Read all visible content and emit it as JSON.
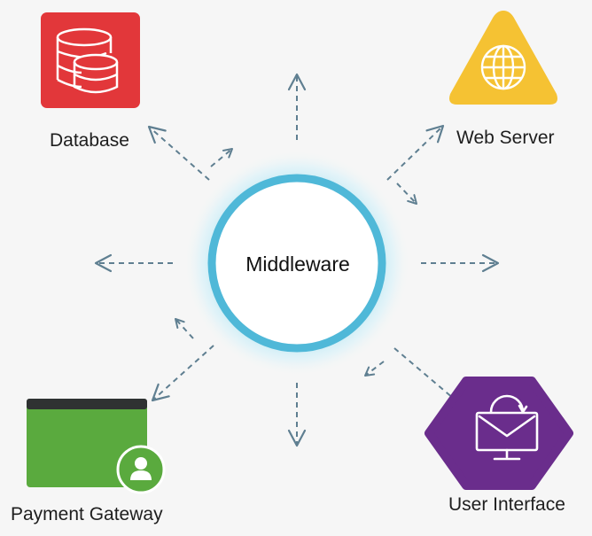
{
  "center": {
    "label": "Middleware",
    "ring_color": "#4fb8d8",
    "glow_color": "#9fe0f2"
  },
  "nodes": {
    "database": {
      "label": "Database",
      "icon": "database-icon",
      "color": "#e2373a"
    },
    "web_server": {
      "label": "Web Server",
      "icon": "globe-icon",
      "color": "#f5c233"
    },
    "payment_gateway": {
      "label": "Payment Gateway",
      "icon": "user-badge-icon",
      "color": "#5aaa3e"
    },
    "user_interface": {
      "label": "User Interface",
      "icon": "monitor-user-icon",
      "color": "#6a2d8c"
    }
  },
  "arrow_color": "#5f7f91"
}
